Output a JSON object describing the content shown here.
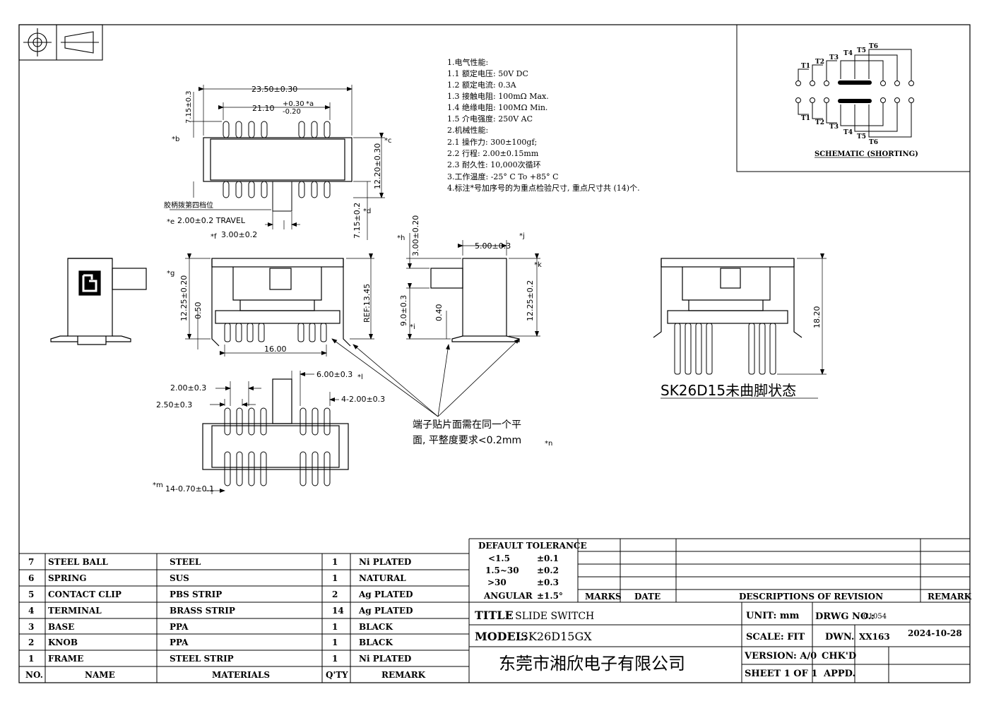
{
  "notes": [
    "1.电气性能:",
    "1.1 额定电压: 50V DC",
    "1.2 额定电流: 0.3A",
    "1.3 接触电阻: 100mΩ Max.",
    "1.4 绝缘电阻: 100MΩ Min.",
    "1.5 介电强度: 250V AC",
    "2.机械性能:",
    "2.1 操作力: 300±100gf;",
    "2.2 行程: 2.00±0.15mm",
    "2.3 耐久性: 10,000次循环",
    "3.工作温度: -25° C To +85° C",
    "4.标注*号加序号的为重点检验尺寸, 重点尺寸共 (14)个."
  ],
  "schematic": {
    "title": "SCHEMATIC (SHORTING)",
    "top_labels": [
      "T1",
      "T2",
      "T3",
      "T4",
      "T5",
      "T6"
    ],
    "bottom_labels": [
      "T1",
      "T2",
      "T3",
      "T4",
      "T5",
      "T6"
    ]
  },
  "dims": {
    "d1": "23.50±0.30",
    "d2": "21.10",
    "d2_up": "+0.30",
    "d2_dn": "-0.20",
    "d2_mark": "*a",
    "d3": "7.15±0.3",
    "b": "*b",
    "c": "*c",
    "d4": "12.20±0.30",
    "d5": "7.15±0.2",
    "d": "*d",
    "knob_note": "胶柄拨第四档位",
    "travel": "2.00±0.2 TRAVEL",
    "e": "*e",
    "f": "*f",
    "d6": "3.00±0.2",
    "g": "*g",
    "d7": "12.25±0.20",
    "d8": "0.50",
    "d9": "16.00",
    "ref": "REF:13.45",
    "h": "*h",
    "d10": "3.00±0.20",
    "d11": "5.00±0.3",
    "j": "*j",
    "k": "*k",
    "d12": "9.0±0.3",
    "i": "*i",
    "d13": "0.40",
    "d14": "12.25±0.2",
    "d15": "18.20",
    "unbent": "SK26D15未曲脚状态",
    "d16": "2.00±0.3",
    "d17": "2.50±0.3",
    "d18": "6.00±0.3",
    "l": "*l",
    "d19": "4-2.00±0.3",
    "m": "*m",
    "d20": "14-0.70±0.1",
    "flat_note_1": "端子贴片面需在同一个平",
    "flat_note_2": "面, 平整度要求<0.2mm",
    "n": "*n"
  },
  "bom": {
    "headers": [
      "NO.",
      "NAME",
      "MATERIALS",
      "Q'TY",
      "REMARK"
    ],
    "rows": [
      [
        "7",
        "STEEL BALL",
        "STEEL",
        "1",
        "Ni PLATED"
      ],
      [
        "6",
        "SPRING",
        "SUS",
        "1",
        "NATURAL"
      ],
      [
        "5",
        "CONTACT CLIP",
        "PBS STRIP",
        "2",
        "Ag PLATED"
      ],
      [
        "4",
        "TERMINAL",
        "BRASS STRIP",
        "14",
        "Ag PLATED"
      ],
      [
        "3",
        "BASE",
        "PPA",
        "1",
        "BLACK"
      ],
      [
        "2",
        "KNOB",
        "PPA",
        "1",
        "BLACK"
      ],
      [
        "1",
        "FRAME",
        "STEEL STRIP",
        "1",
        "Ni PLATED"
      ]
    ]
  },
  "tolerance": {
    "title": "DEFAULT TOLERANCE",
    "rows": [
      [
        "<1.5",
        "±0.1"
      ],
      [
        "1.5~30",
        "±0.2"
      ],
      [
        ">30",
        "±0.3"
      ],
      [
        "ANGULAR",
        "±1.5°"
      ]
    ]
  },
  "revision": {
    "marks": "MARKS",
    "date": "DATE",
    "desc": "DESCRIPTIONS OF REVISION",
    "remark": "REMARK"
  },
  "title_block": {
    "title_label": "TITLE",
    "title_value": ": SLIDE SWITCH",
    "model_label": "MODEL:",
    "model_value": "SK26D15GX",
    "company": "东莞市湘欣电子有限公司",
    "unit": "UNIT: mm",
    "drwg_label": "DRWG NO.:",
    "drwg_value": "C1054",
    "scale": "SCALE: FIT",
    "dwn": "DWN.",
    "dwn_value": "XX163",
    "date_value": "2024-10-28",
    "version": "VERSION: A/0",
    "chkd": "CHK'D",
    "sheet": "SHEET 1 OF 1",
    "appd": "APPD."
  }
}
